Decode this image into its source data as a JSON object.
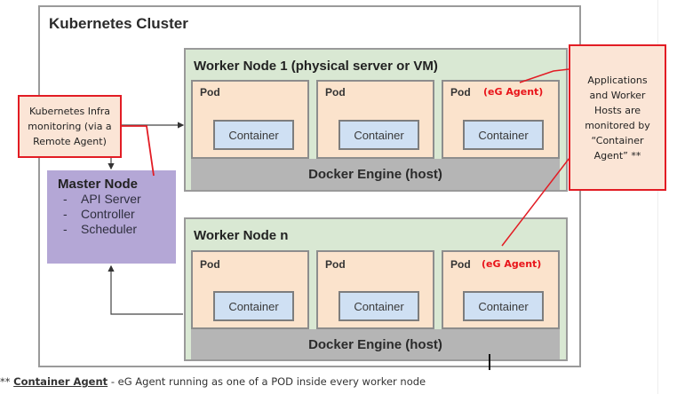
{
  "cluster": {
    "title": "Kubernetes Cluster"
  },
  "master_node": {
    "title": "Master Node",
    "components": [
      {
        "dash": "-",
        "label": "API Server"
      },
      {
        "dash": "-",
        "label": "Controller"
      },
      {
        "dash": "-",
        "label": "Scheduler"
      }
    ],
    "color": "#b4a7d6"
  },
  "worker_nodes": [
    {
      "title": "Worker Node 1 (physical server or VM)",
      "pods": [
        {
          "label": "Pod",
          "agent_label": "",
          "container": "Container"
        },
        {
          "label": "Pod",
          "agent_label": "",
          "container": "Container"
        },
        {
          "label": "Pod",
          "agent_label": "(eG Agent)",
          "container": "Container"
        }
      ],
      "engine": "Docker Engine (host)"
    },
    {
      "title": "Worker Node n",
      "pods": [
        {
          "label": "Pod",
          "agent_label": "",
          "container": "Container"
        },
        {
          "label": "Pod",
          "agent_label": "",
          "container": "Container"
        },
        {
          "label": "Pod",
          "agent_label": "(eG Agent)",
          "container": "Container"
        }
      ],
      "engine": "Docker Engine (host)"
    }
  ],
  "callouts": {
    "infra": "Kubernetes Infra monitoring (via a Remote Agent)",
    "container_agent": "Applications and Worker Hosts are monitored by “Container Agent” **"
  },
  "footnote": {
    "marker": "**",
    "key": "Container Agent",
    "text": " - eG Agent running as one of a POD inside every worker node"
  },
  "colors": {
    "worker_bg": "#d9e8d3",
    "pod_bg": "#fbe3cc",
    "container_bg": "#cfe0f3",
    "engine_bg": "#b5b5b5",
    "callout_border": "#e21c24",
    "agent_text": "#e8141a"
  }
}
